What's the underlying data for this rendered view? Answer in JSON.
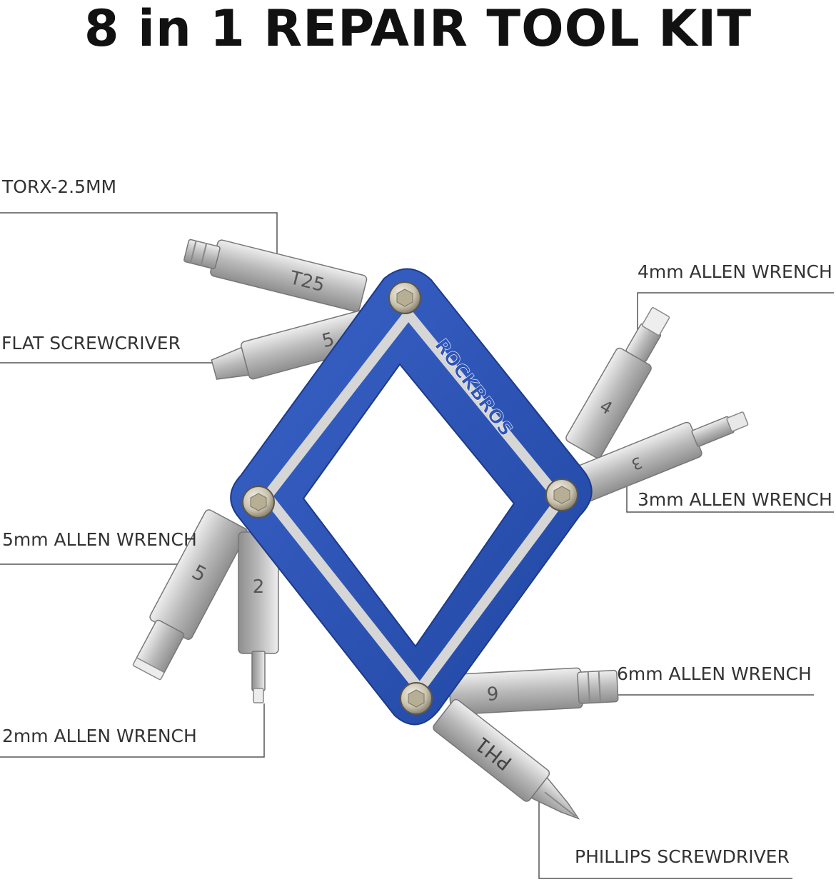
{
  "title": "8 in 1 REPAIR TOOL KIT",
  "brand": "ROCKBROS",
  "colors": {
    "frame_blue": "#2f55b8",
    "frame_dark": "#1c3a8a",
    "inner_stripe": "#d6d6d6",
    "steel": "#c2c2c2",
    "line": "#555555"
  },
  "labels": {
    "torx": "TORX-2.5MM",
    "flat": "FLAT SCREWCRIVER",
    "allen4": "4mm ALLEN WRENCH",
    "allen3": "3mm ALLEN WRENCH",
    "allen5": "5mm ALLEN WRENCH",
    "allen6": "6mm ALLEN WRENCH",
    "allen2": "2mm ALLEN WRENCH",
    "phillips": "PHILLIPS SCREWDRIVER"
  },
  "engravings": {
    "torx": "T25",
    "flat": "5",
    "allen4": "4",
    "allen3": "3",
    "allen5": "5",
    "allen2": "2",
    "allen6": "6",
    "phillips": "PH1"
  }
}
